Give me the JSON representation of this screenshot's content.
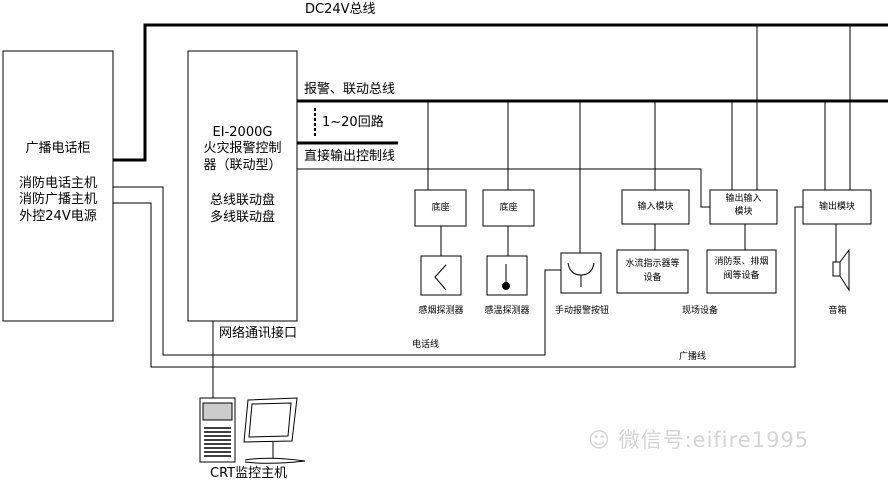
{
  "buses": {
    "dc24v": "DC24V总线",
    "alarm": "报警、联动总线",
    "loops": "1~20回路",
    "direct": "直接输出控制线",
    "phone_line": "电话线",
    "broadcast_line": "广播线",
    "network": "网络通讯接口"
  },
  "left_cabinet": {
    "title": "广播电话柜",
    "line1": "消防电话主机",
    "line2": "消防广播主机",
    "line3": "外控24V电源"
  },
  "controller": {
    "model": "EI-2000G",
    "name1": "火灾报警控制",
    "name2": "器（联动型）",
    "panel1": "总线联动盘",
    "panel2": "多线联动盘"
  },
  "devices": {
    "base1": "底座",
    "base2": "底座",
    "smoke": "感烟探测器",
    "heat": "感温探测器",
    "manual": "手动报警按钮",
    "input_module": "输入模块",
    "io_module1": "输出输入",
    "io_module2": "模块",
    "output_module": "输出模块",
    "waterflow1": "水流指示器等",
    "waterflow2": "设备",
    "pump1": "消防泵、排烟",
    "pump2": "阀等设备",
    "field": "现场设备",
    "speaker": "音箱"
  },
  "crt": "CRT监控主机",
  "watermark": "微信号:eifire1995"
}
